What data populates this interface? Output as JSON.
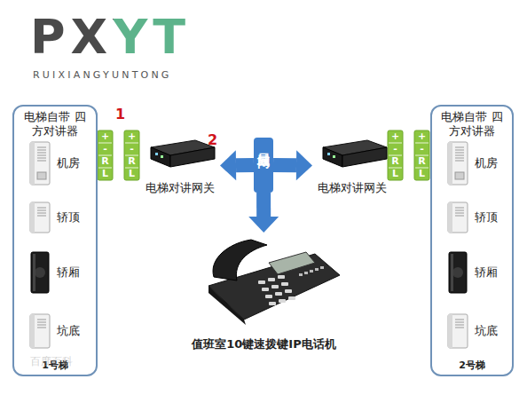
{
  "diagram": {
    "nodes": [
      {
        "text": [
          "电梯自带 四方对讲器",
          "1号梯"
        ]
      },
      {
        "text": [
          "机房"
        ],
        "in": 0
      },
      {
        "text": [
          "轿顶"
        ],
        "in": 0
      },
      {
        "text": [
          "轿厢"
        ],
        "in": 0
      },
      {
        "text": [
          "坑底"
        ],
        "in": 0
      },
      {
        "text": [
          "电梯对讲网关"
        ]
      },
      {
        "text": [
          "局域网"
        ]
      },
      {
        "text": [
          "电梯对讲网关"
        ]
      },
      {
        "text": [
          "电梯自带 四方对讲器",
          "2号梯"
        ]
      },
      {
        "text": [
          "机房"
        ],
        "in": 8
      },
      {
        "text": [
          "轿顶"
        ],
        "in": 8
      },
      {
        "text": [
          "轿厢"
        ],
        "in": 8
      },
      {
        "text": [
          "坑底"
        ],
        "in": 8
      },
      {
        "text": [
          "值班室10键速拨键IP电话机"
        ]
      }
    ],
    "edges": [
      {
        "from": 6,
        "to": 5,
        "arrow": "to"
      },
      {
        "from": 6,
        "to": 7,
        "arrow": "to"
      },
      {
        "from": 6,
        "to": 13,
        "arrow": "to"
      }
    ],
    "labels": [
      "PXYT",
      "RUIXIANGYUNTONG",
      "1",
      "2",
      "+",
      "-",
      "R",
      "L",
      "+",
      "-",
      "R",
      "L",
      "+",
      "-",
      "R",
      "L",
      "+",
      "-",
      "R",
      "L",
      "百度百科"
    ]
  }
}
